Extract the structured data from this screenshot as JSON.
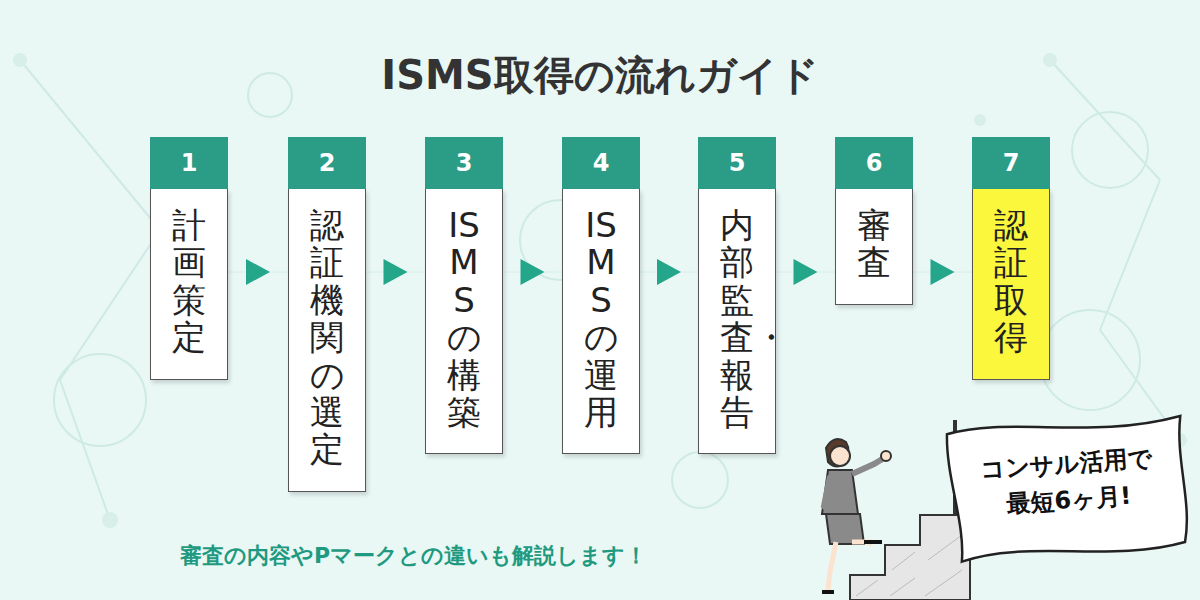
{
  "diagram": {
    "title": "ISMS取得の流れガイド",
    "nodes": [
      {
        "text": [
          "1",
          "計画策定"
        ]
      },
      {
        "text": [
          "2",
          "認証機関の選定"
        ]
      },
      {
        "text": [
          "3",
          "ISMSの構築"
        ]
      },
      {
        "text": [
          "4",
          "ISMSの運用"
        ]
      },
      {
        "text": [
          "5",
          "内部監査・報告"
        ]
      },
      {
        "text": [
          "6",
          "審査"
        ]
      },
      {
        "text": [
          "7",
          "認証取得"
        ]
      },
      {
        "text": [
          "コンサル活用で 最短6ヶ月!"
        ]
      }
    ],
    "edges": [
      {
        "from": 0,
        "to": 1,
        "arrow": "to"
      },
      {
        "from": 1,
        "to": 2,
        "arrow": "to"
      },
      {
        "from": 2,
        "to": 3,
        "arrow": "to"
      },
      {
        "from": 3,
        "to": 4,
        "arrow": "to"
      },
      {
        "from": 4,
        "to": 5,
        "arrow": "to"
      },
      {
        "from": 5,
        "to": 6,
        "arrow": "to"
      }
    ],
    "labels": [
      "審査の内容やPマークとの違いも解説します！"
    ]
  }
}
